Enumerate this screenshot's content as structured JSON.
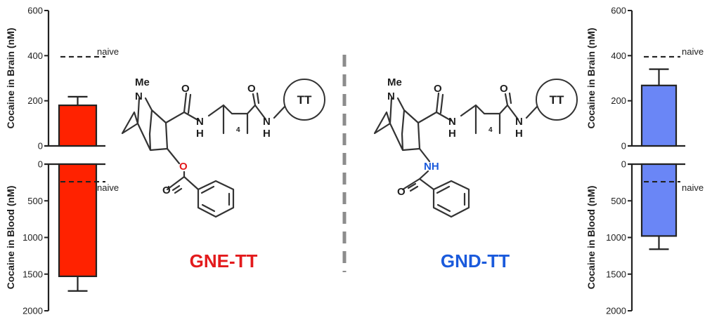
{
  "compounds": {
    "left": {
      "name": "GNE-TT",
      "color": "#e31a1c",
      "linker_atom": "O"
    },
    "right": {
      "name": "GND-TT",
      "color": "#1a5adc",
      "linker_atom": "NH"
    }
  },
  "structure_labels": {
    "methyl": "Me",
    "ring_n": "N",
    "carbonyl_o": "O",
    "amide_nh": "N",
    "amide_h": "H",
    "repeat_count": "4",
    "carrier": "TT"
  },
  "colors": {
    "gne_bar": "#ff2200",
    "gnd_bar": "#6a86f6",
    "axis": "#222222",
    "divider": "#8c8c8c"
  },
  "chart_data": [
    {
      "type": "bar",
      "compound": "GNE-TT",
      "ylabel": "Cocaine in Brain (nM)",
      "ylim": [
        0,
        600
      ],
      "yticks": [
        0,
        200,
        400,
        600
      ],
      "values": [
        180
      ],
      "error": [
        38
      ],
      "reference_line": {
        "label": "naive",
        "value": 395
      }
    },
    {
      "type": "bar",
      "compound": "GNE-TT",
      "ylabel": "Cocaine in Blood (nM)",
      "ylim": [
        0,
        2000
      ],
      "inverted": true,
      "yticks": [
        0,
        500,
        1000,
        1500,
        2000
      ],
      "values": [
        1530
      ],
      "error": [
        200
      ],
      "reference_line": {
        "label": "naive",
        "value": 240
      }
    },
    {
      "type": "bar",
      "compound": "GND-TT",
      "ylabel": "Cocaine in Brain (nM)",
      "ylim": [
        0,
        600
      ],
      "yticks": [
        0,
        200,
        400,
        600
      ],
      "values": [
        268
      ],
      "error": [
        72
      ],
      "reference_line": {
        "label": "naive",
        "value": 395
      }
    },
    {
      "type": "bar",
      "compound": "GND-TT",
      "ylabel": "Cocaine in Blood (nM)",
      "ylim": [
        0,
        2000
      ],
      "inverted": true,
      "yticks": [
        0,
        500,
        1000,
        1500,
        2000
      ],
      "values": [
        980
      ],
      "error": [
        180
      ],
      "reference_line": {
        "label": "naive",
        "value": 240
      }
    }
  ]
}
